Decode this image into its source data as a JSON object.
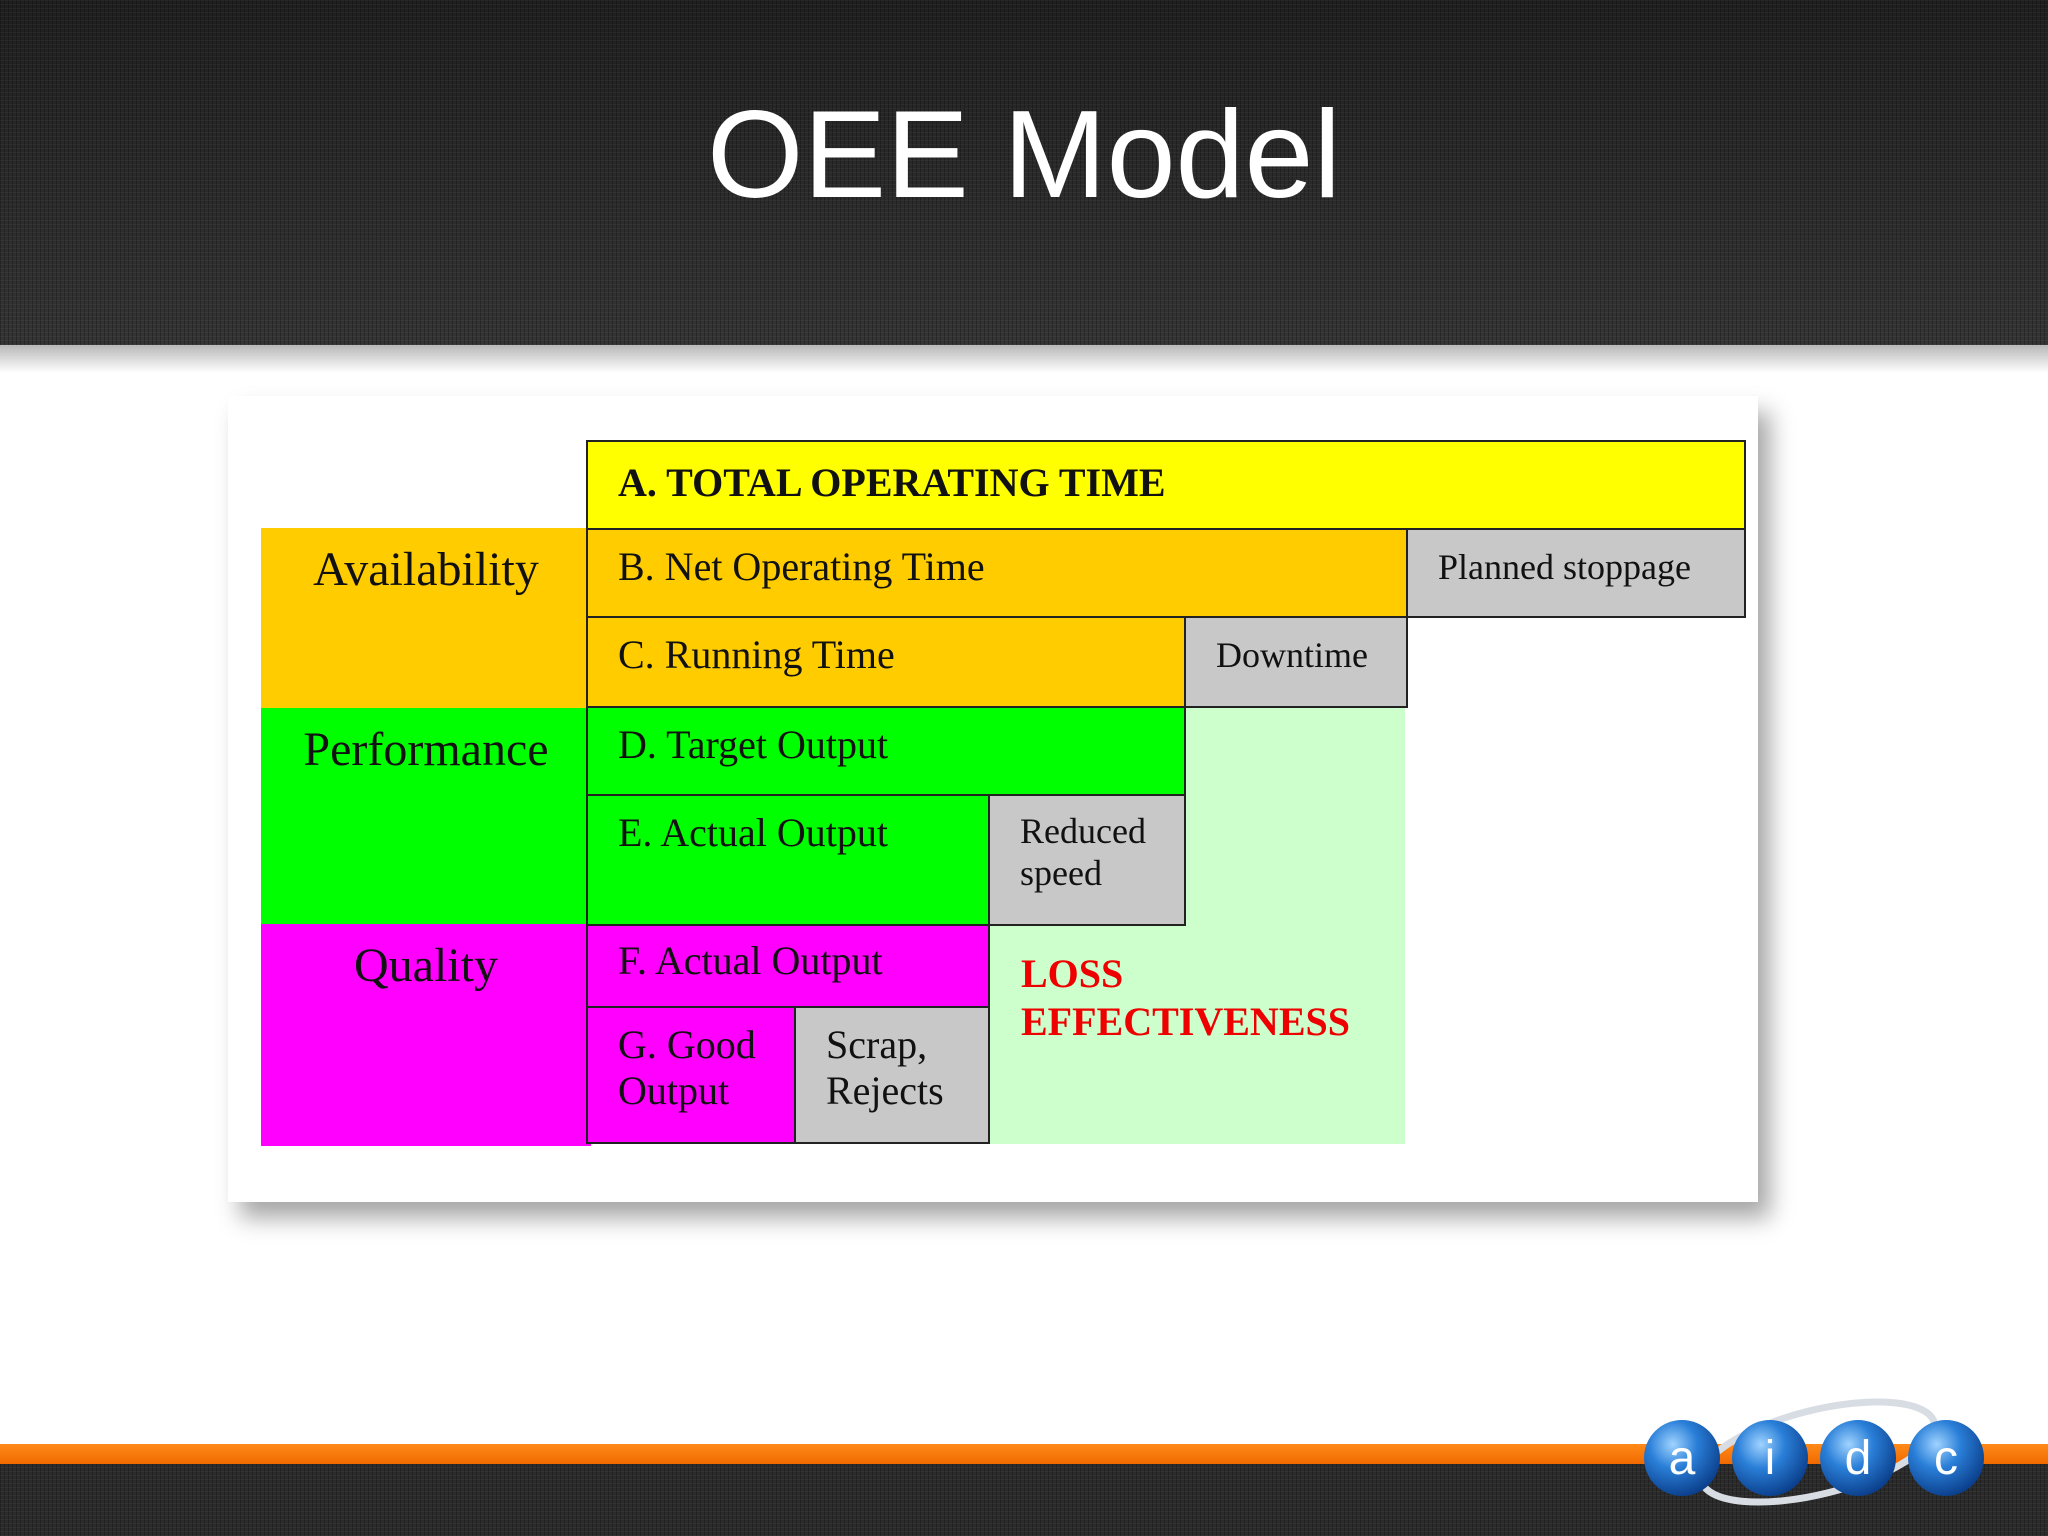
{
  "slide": {
    "title": "OEE Model"
  },
  "diagram": {
    "categories": {
      "availability": "Availability",
      "performance": "Performance",
      "quality": "Quality"
    },
    "rows": {
      "a": "A. TOTAL OPERATING TIME",
      "b": "B. Net Operating Time",
      "c": "C. Running Time",
      "d": "D. Target Output",
      "e": "E. Actual Output",
      "f": "F. Actual Output",
      "g": [
        "G. Good",
        "Output"
      ]
    },
    "losses": {
      "planned": "Planned stoppage",
      "downtime": "Downtime",
      "reduced": [
        "Reduced",
        "speed"
      ],
      "scrap": [
        "Scrap,",
        "Rejects"
      ]
    },
    "loss_effectiveness": [
      "LOSS",
      "EFFECTIVENESS"
    ],
    "colors": {
      "total_time": "#ffff00",
      "availability": "#ffcc00",
      "performance": "#00ff00",
      "quality": "#ff00ff",
      "loss_box": "#c8c8c8",
      "loss_area": "#ccffcc",
      "loss_text": "#ee0000"
    }
  },
  "logo": {
    "letters": [
      "a",
      "i",
      "d",
      "c"
    ]
  }
}
